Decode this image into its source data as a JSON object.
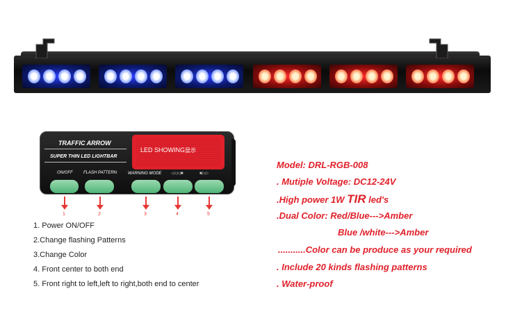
{
  "controller": {
    "title": "TRAFFIC ARROW",
    "subtitle": "SUPER THIN LED LIGHTBAR",
    "screen_label": "LED SHOWING",
    "screen_cjk": "显示",
    "button_labels": [
      "ON/OFF",
      "FLASH PATTERN",
      "WARNING MODE",
      "◁◁◁■",
      "■▷▷"
    ]
  },
  "markers": [
    "1",
    "2",
    "3",
    "4",
    "5"
  ],
  "functions": [
    "1. Power ON/OFF",
    "2.Change flashing Patterns",
    "3.Change Color",
    "4. Front center to both end",
    "5. Front right to left,left to right,both end to center"
  ],
  "specs": {
    "model": "Model: DRL-RGB-008",
    "voltage": ". Mutiple Voltage: DC12-24V",
    "power_prefix": ".High power 1W ",
    "power_tir": "TIR",
    "power_suffix": " led's",
    "dual_color": ".Dual Color: Red/Blue--->Amber",
    "dual_color_2": "Blue /white--->Amber",
    "custom": "...........Color can be produce as your required",
    "patterns": ". Include 20 kinds flashing patterns",
    "waterproof": ". Water-proof"
  },
  "colors": {
    "blue_led": "#3f6fff",
    "red_led": "#ff2a2a",
    "accent_red": "#e0202a",
    "button_green": "#5bbf80"
  }
}
